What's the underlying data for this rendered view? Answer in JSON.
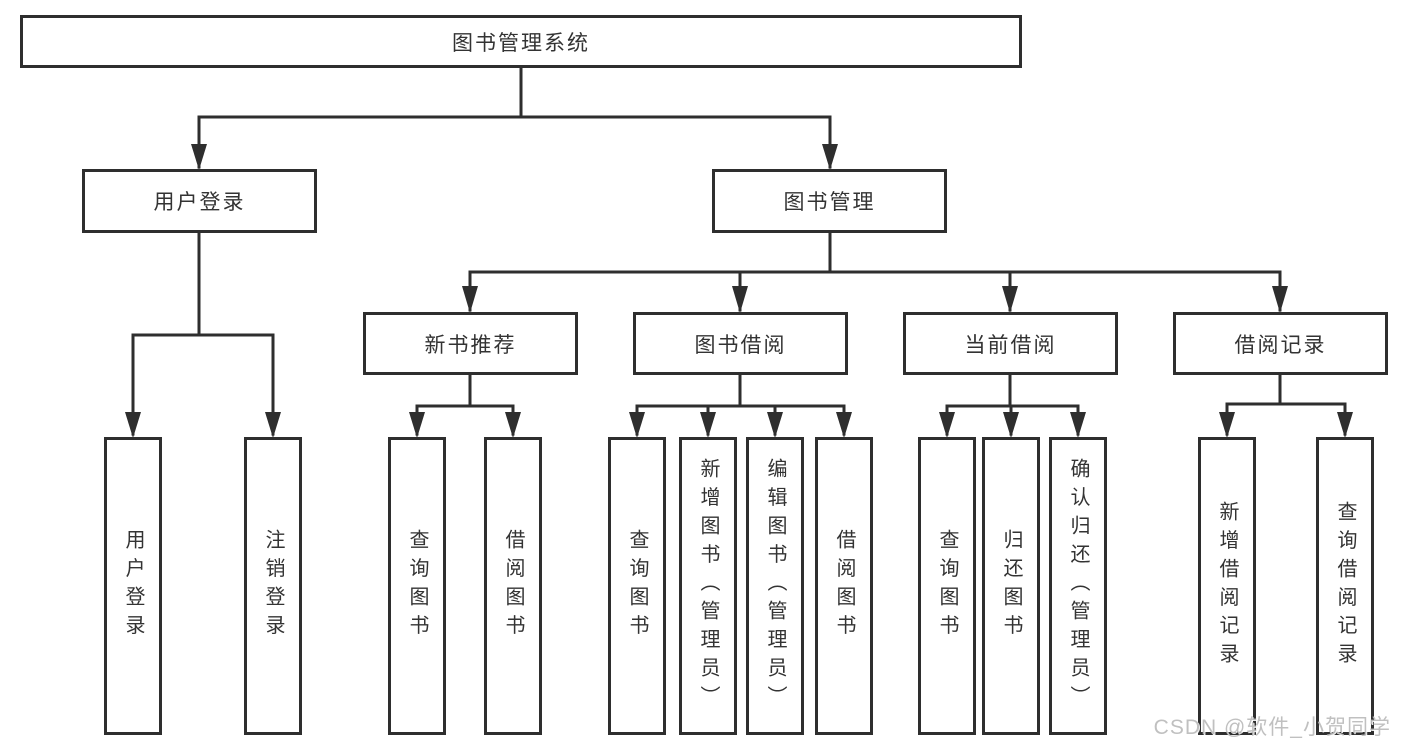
{
  "tree": {
    "root": "图书管理系统",
    "level2": [
      "用户登录",
      "图书管理"
    ],
    "level3": [
      "新书推荐",
      "图书借阅",
      "当前借阅",
      "借阅记录"
    ],
    "leaves": {
      "user_login": [
        "用户登录",
        "注销登录"
      ],
      "new_books": [
        "查询图书",
        "借阅图书"
      ],
      "book_borrow": [
        "查询图书",
        "新增图书（管理员）",
        "编辑图书（管理员）",
        "借阅图书"
      ],
      "current_borrow": [
        "查询图书",
        "归还图书",
        "确认归还（管理员）"
      ],
      "borrow_records": [
        "新增借阅记录",
        "查询借阅记录"
      ]
    }
  },
  "watermark": "CSDN @软件_小贺同学",
  "colors": {
    "line": "#2e2e2e",
    "box_border": "#2e2e2e",
    "text": "#333333",
    "background": "#ffffff",
    "watermark": "#b9b9b9"
  }
}
